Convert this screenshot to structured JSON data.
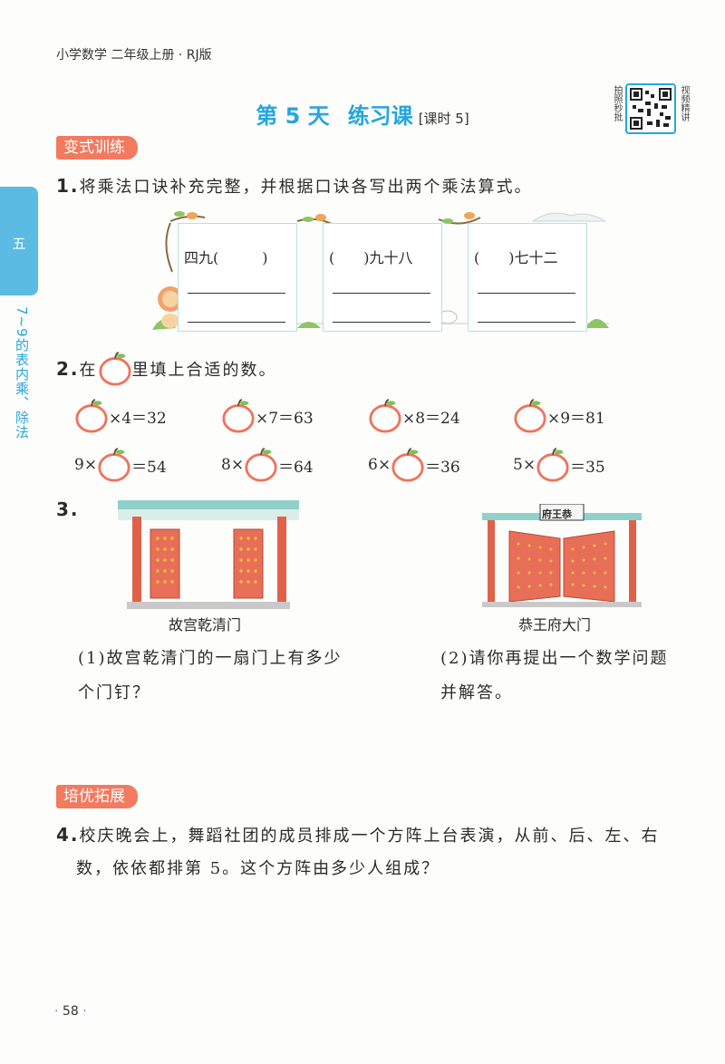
{
  "header": {
    "book_title": "小学数学 二年级上册 · RJ版"
  },
  "title": {
    "day": "第 5 天",
    "name": "练习课",
    "lesson": "[课时 5]"
  },
  "qr": {
    "left_text": "拍照秒批",
    "right_text": "视频精讲"
  },
  "side": {
    "unit": "五",
    "topic": "7~9的表内乘、除法"
  },
  "section1": {
    "tag": "变式训练"
  },
  "q1": {
    "num": "1.",
    "text": "将乘法口诀补充完整，并根据口诀各写出两个乘法算式。",
    "cards": [
      "四九(　　　)",
      "(　　)九十八",
      "(　　)七十二"
    ]
  },
  "q2": {
    "num": "2.",
    "text_before": "在",
    "text_after": "里填上合适的数。",
    "row1": [
      {
        "pre": "",
        "post": "×4＝32"
      },
      {
        "pre": "",
        "post": "×7＝63"
      },
      {
        "pre": "",
        "post": "×8＝24"
      },
      {
        "pre": "",
        "post": "×9＝81"
      }
    ],
    "row2": [
      {
        "pre": "9×",
        "post": "＝54"
      },
      {
        "pre": "8×",
        "post": "＝64"
      },
      {
        "pre": "6×",
        "post": "＝36"
      },
      {
        "pre": "5×",
        "post": "＝35"
      }
    ]
  },
  "q3": {
    "num": "3.",
    "image1_caption": "故宫乾清门",
    "image2_caption": "恭王府大门",
    "image2_sign": "府王恭",
    "part1_line1": "(1)故宫乾清门的一扇门上有多少",
    "part1_line2": "个门钉？",
    "part2_line1": "(2)请你再提出一个数学问题",
    "part2_line2": "并解答。"
  },
  "section2": {
    "tag": "培优拓展"
  },
  "q4": {
    "num": "4.",
    "line1": "校庆晚会上，舞蹈社团的成员排成一个方阵上台表演，从前、后、左、右",
    "line2": "数，依依都排第 5。这个方阵由多少人组成？"
  },
  "footer": {
    "page": "58"
  },
  "colors": {
    "accent": "#27a6dc",
    "tag": "#f27a5f",
    "apple": "#f0735b",
    "door": "#e0614a"
  }
}
